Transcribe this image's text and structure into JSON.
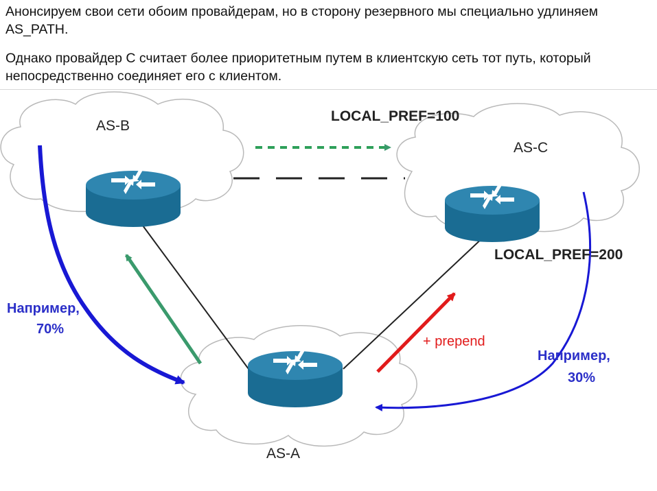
{
  "text": {
    "line1": "Анонсируем свои сети обоим провайдерам, но в сторону резервного мы специально удлиняем AS_PATH.",
    "line2": "Однако провайдер С считает более приоритетным путем в клиентскую сеть тот путь, который непосредственно соединяет его с клиентом."
  },
  "diagram": {
    "nodes": {
      "as_b": "AS-B",
      "as_c": "AS-C",
      "as_a": "AS-A"
    },
    "labels": {
      "local_pref_100": "LOCAL_PREF=100",
      "local_pref_200": "LOCAL_PREF=200",
      "prepend": "+ prepend",
      "left_share_line1": "Например,",
      "left_share_line2": "70%",
      "right_share_line1": "Например,",
      "right_share_line2": "30%"
    },
    "colors": {
      "router": "#1a6c93",
      "router_top": "#2f86b0",
      "green": "#3a9a6c",
      "dashed_green": "#2ea05a",
      "red": "#e11b1b",
      "blue": "#1818d4",
      "cloud_stroke": "#b9b9b9",
      "link": "#222222"
    }
  }
}
